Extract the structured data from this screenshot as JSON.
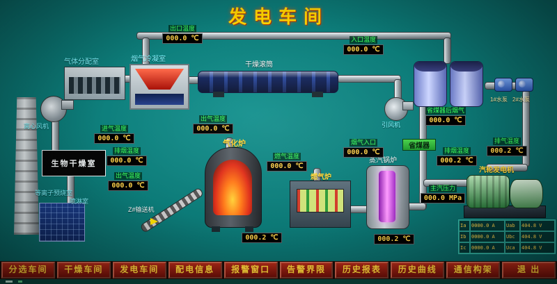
{
  "title": "发电车间",
  "equipment": {
    "gas_distribution": "气体分配室",
    "condenser": "烟气冷凝室",
    "drum": "干燥滚筒",
    "fan_left": "离心风机",
    "bio_room": "生物干燥室",
    "plasma": "等离子预烧室",
    "spray": "喷淋室",
    "conveyor": "Z#输送机",
    "gasifier": "气化炉",
    "furnace": "燃气炉",
    "boiler": "蒸汽锅炉",
    "economizer": "省煤器",
    "fan_right": "引风机",
    "turbine": "汽轮发电机",
    "pump1": "1#水泵",
    "pump2": "2#水泵"
  },
  "gauges": {
    "outlet_top": {
      "label": "出口温度",
      "value": "000.0 ℃"
    },
    "inlet_top": {
      "label": "入口温度",
      "value": "000.0 ℃"
    },
    "intake_left": {
      "label": "进气温度",
      "value": "000.0 ℃"
    },
    "flue_left": {
      "label": "排烟温度",
      "value": "000.0 ℃"
    },
    "outgas_left": {
      "label": "出气温度",
      "value": "000.0 ℃"
    },
    "outgas_gasifier": {
      "label": "出气温度",
      "value": "000.0 ℃"
    },
    "gas_furnace_temp": {
      "label": "燃气温度",
      "value": "000.0 ℃"
    },
    "flue_inlet": {
      "label": "烟气入口",
      "value": "000.0 ℃"
    },
    "gasifier_bottom": {
      "value": "000.2 ℃"
    },
    "boiler_bottom": {
      "value": "000.2 ℃"
    },
    "econ_after": {
      "label": "省煤器后烟气",
      "value": "000.0 ℃"
    },
    "flue_exhaust": {
      "label": "排烟温度",
      "value": "000.2 ℃"
    },
    "steam_pressure": {
      "label": "主汽压力",
      "value": "000.0 MPa"
    },
    "exhaust_temp": {
      "label": "排气温度",
      "value": "000.2 ℃"
    }
  },
  "table": {
    "rows": [
      [
        "Ia",
        "0000.0 A",
        "Uab",
        "404.8 V"
      ],
      [
        "Ib",
        "0000.0 A",
        "Ubc",
        "404.8 V"
      ],
      [
        "Ic",
        "0000.0 A",
        "Uca",
        "404.8 V"
      ]
    ]
  },
  "nav": {
    "items": [
      "分选车间",
      "干燥车间",
      "发电车间",
      "配电信息",
      "报警窗口",
      "告警界限",
      "历史报表",
      "历史曲线",
      "通信构架",
      "退 出"
    ]
  },
  "colors": {
    "background_teal": "#0c7a77",
    "display_text": "#ffd24a",
    "label_green": "#3cff5e",
    "title_yellow": "#ffd400",
    "nav_red": "#8a1c0f"
  }
}
